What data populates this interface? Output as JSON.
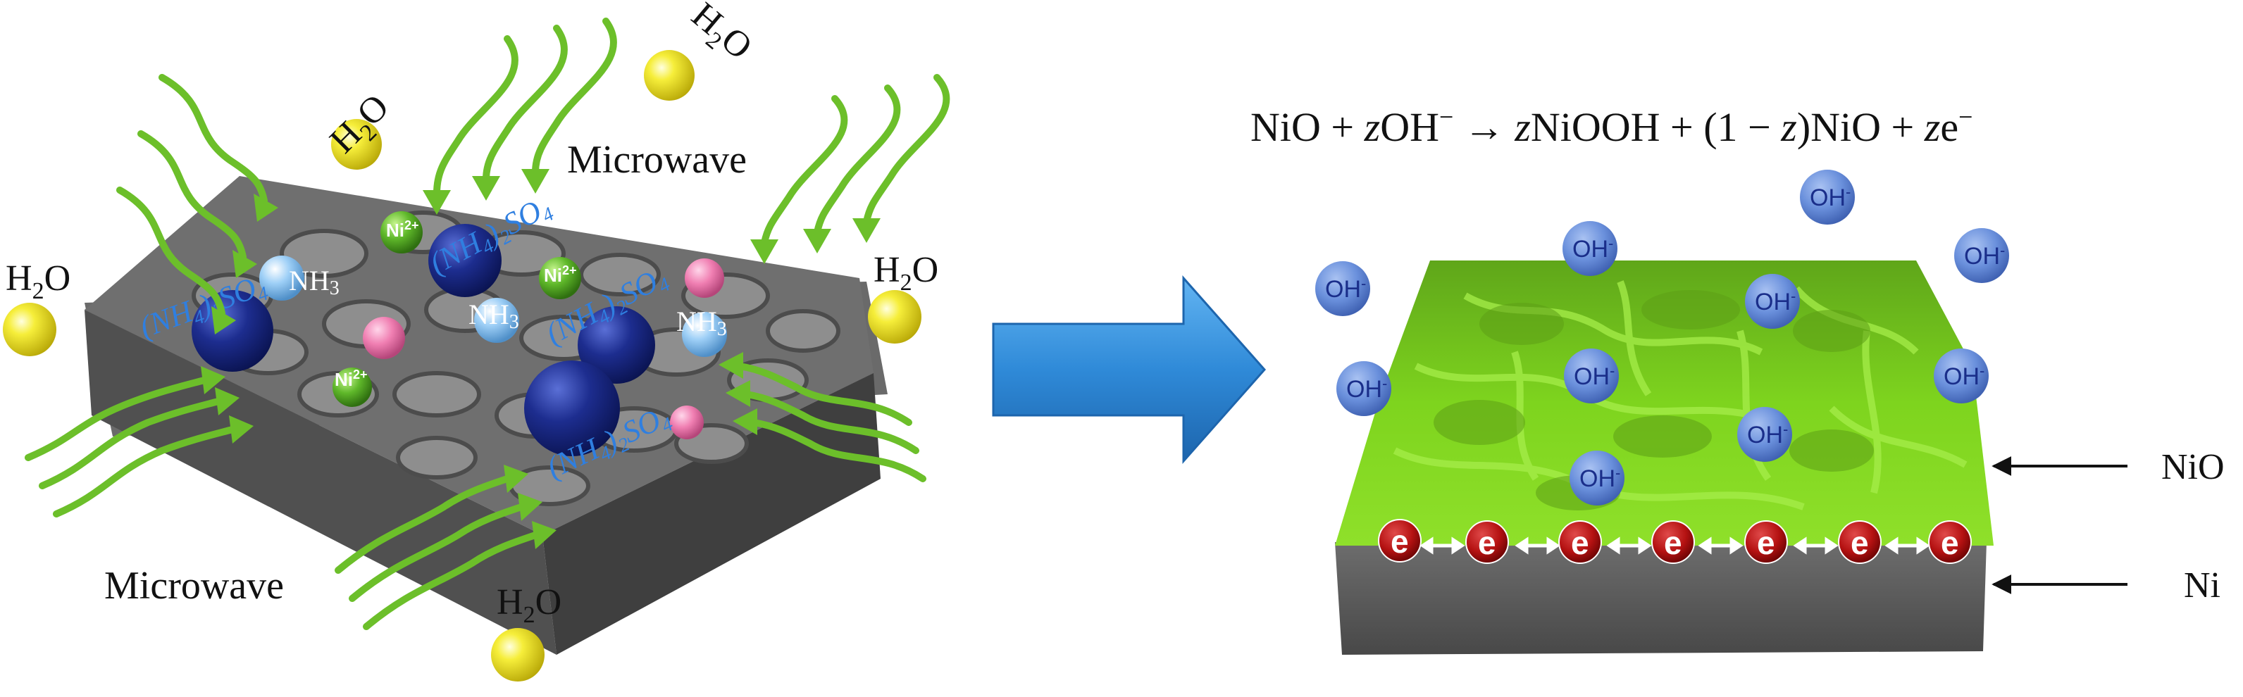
{
  "left_panel": {
    "microwave_top": "Microwave",
    "microwave_bottom": "Microwave",
    "water": [
      "H",
      "2",
      "O"
    ],
    "ammonium_sulfate_main": "(NH",
    "ammonium_sulfate_sub1": "4",
    "ammonium_sulfate_mid": ")",
    "ammonium_sulfate_sub2": "2",
    "ammonium_sulfate_end": "SO",
    "ammonium_sulfate_sub3": "4",
    "ammonia": "NH",
    "ammonia_sub": "3",
    "nickel_ion": "Ni",
    "nickel_charge": "2+"
  },
  "right_panel": {
    "equation": {
      "part1": "NiO + ",
      "z1": "z",
      "part2": "OH",
      "sup1": "−",
      "arrow": " → ",
      "z2": "z",
      "part3": "NiOOH + (1 − ",
      "z3": "z",
      "part4": ")NiO + ",
      "z4": "z",
      "part5": "e",
      "sup2": "−"
    },
    "hydroxide": "OH",
    "hydroxide_charge": "-",
    "electron": "e",
    "label_nio": "NiO",
    "label_ni": "Ni"
  },
  "colors": {
    "substrate": "#5e5e5e",
    "substrate_top": "#6f6f6f",
    "nio_film": "#76d01c",
    "arrow_green": "#6cbf2a",
    "transition_arrow": "#2f8ad8",
    "water_sphere": "#f3ea2a",
    "hydroxide_sphere": "#5d87d6",
    "electron_sphere": "#b51212",
    "sulfate_sphere": "#1d2d8f",
    "ammonia_sphere": "#8fc4f2",
    "nickel_sphere": "#5fb82a",
    "pink_sphere": "#f07fb2"
  }
}
